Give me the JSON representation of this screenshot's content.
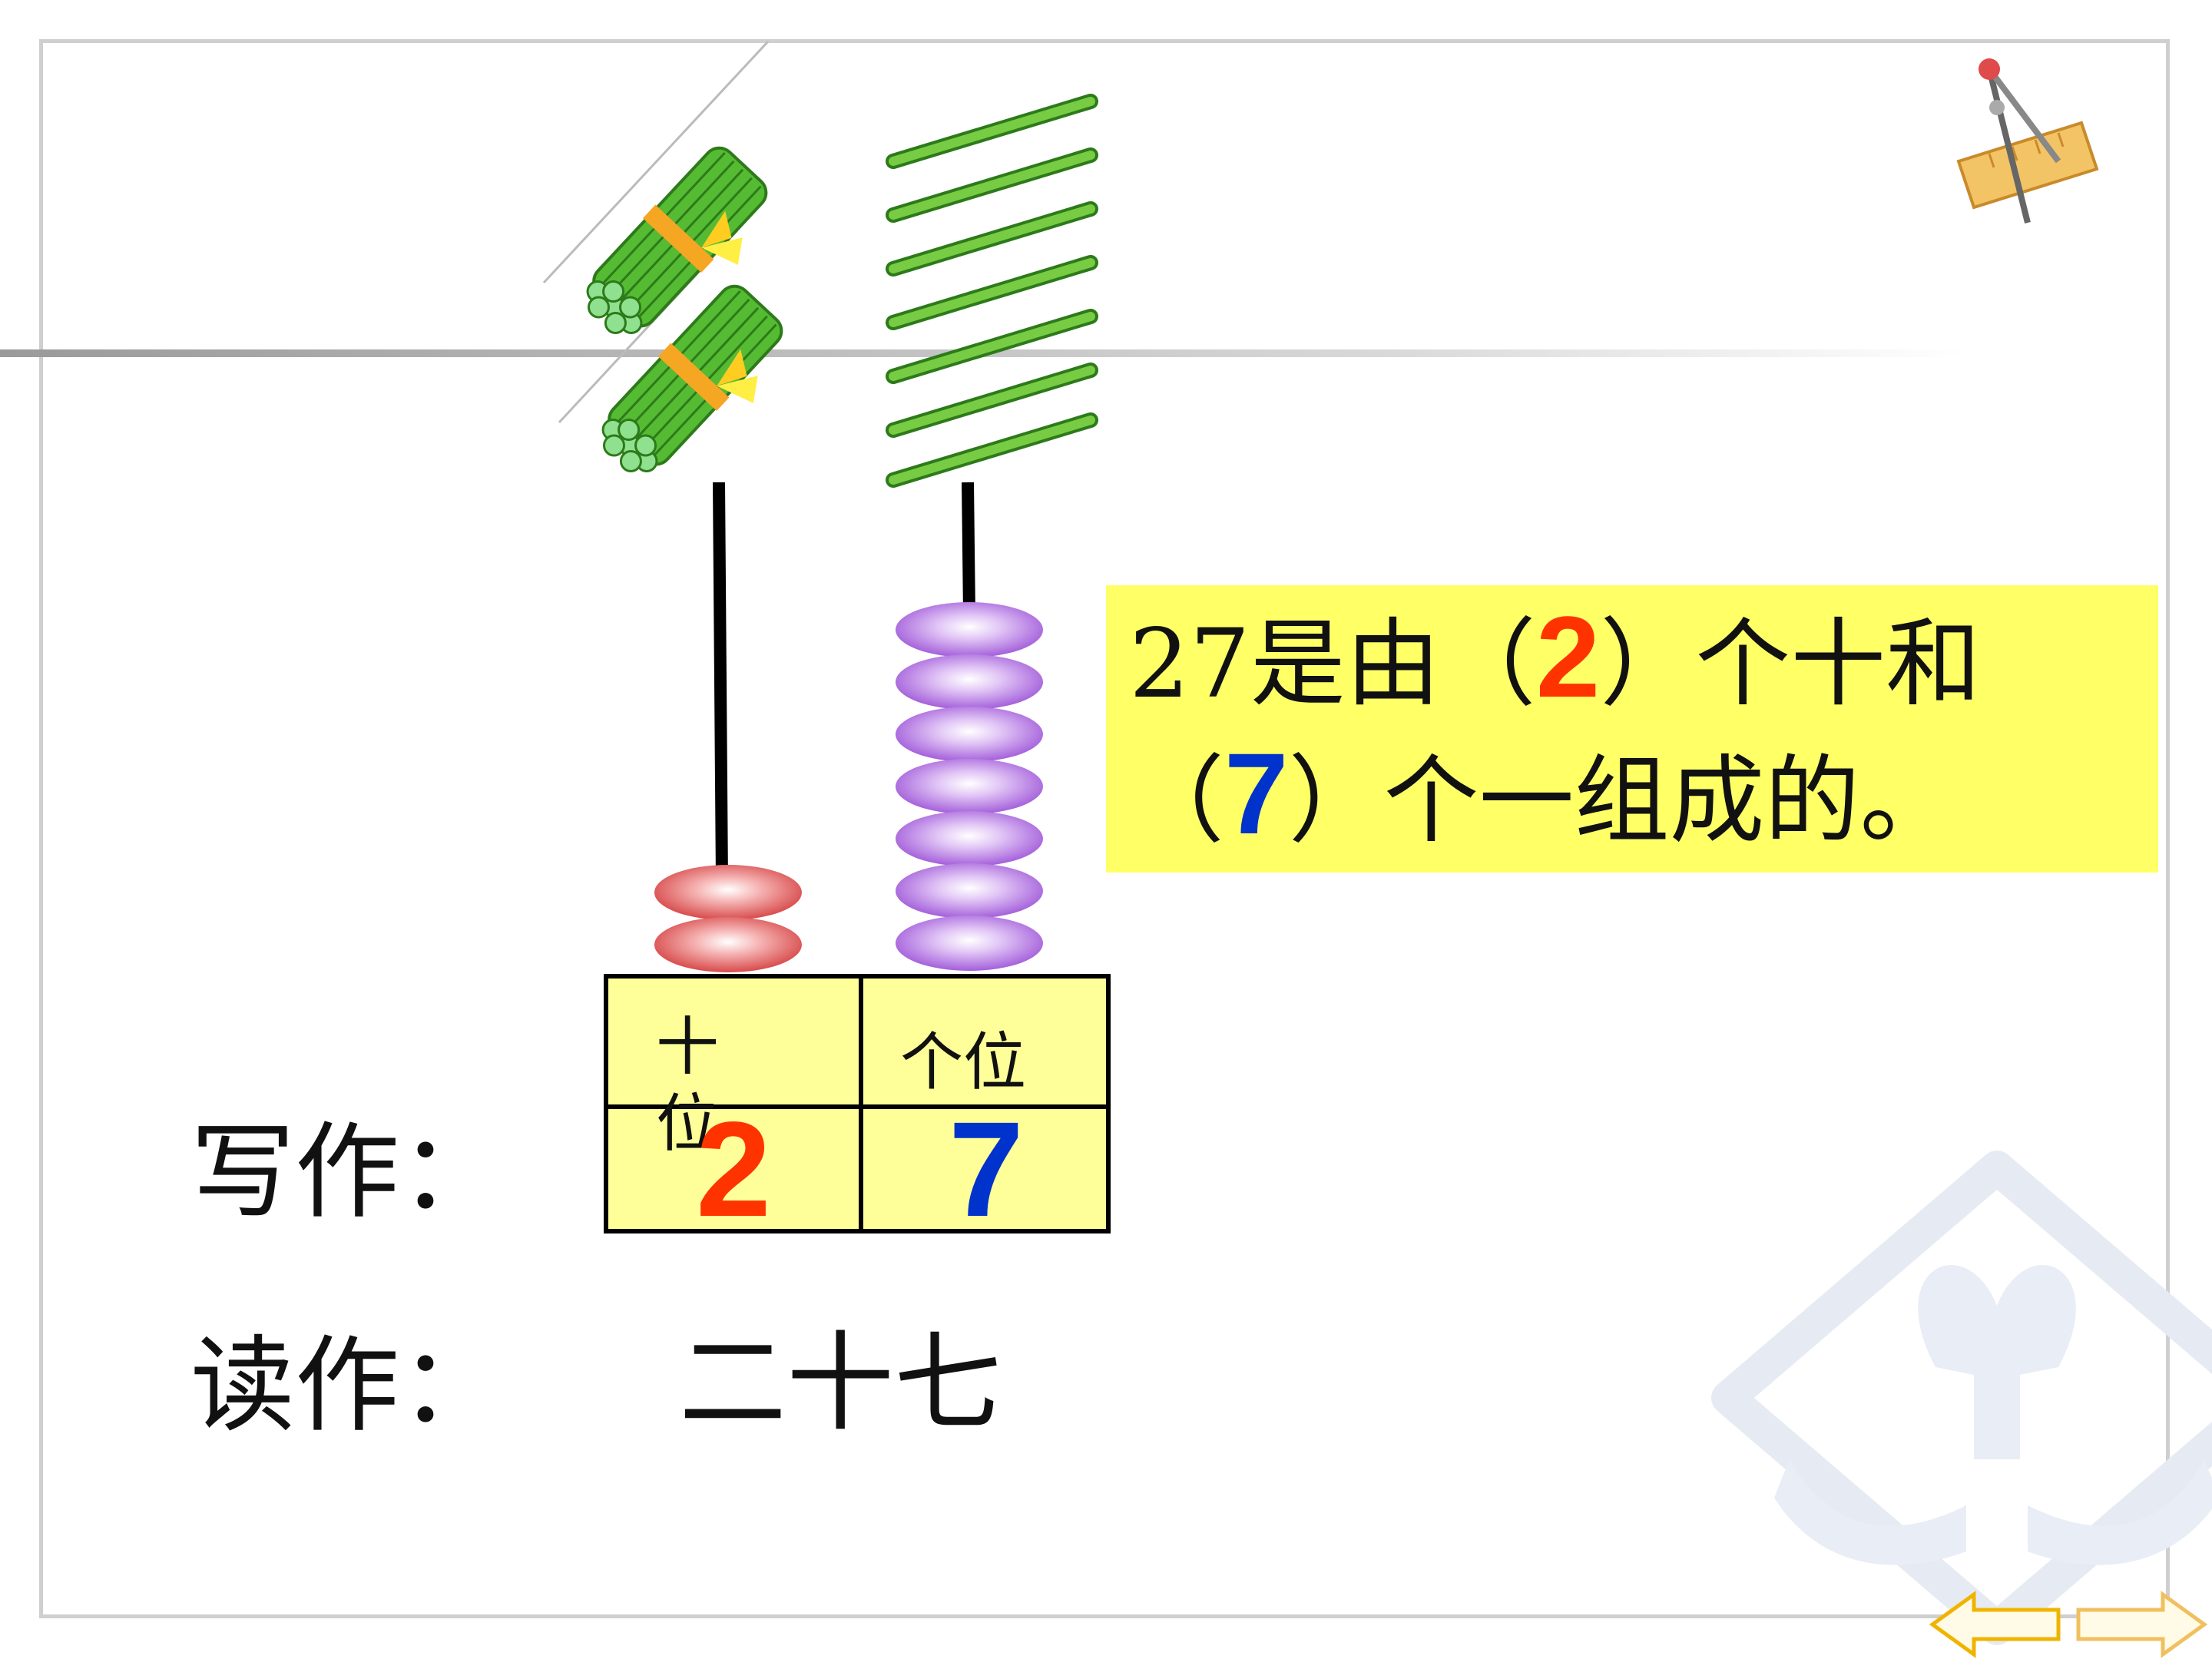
{
  "statement": {
    "line1_prefix": "27是由（",
    "tens_answer": "2",
    "line1_suffix": "）个十和",
    "line2_prefix": "（",
    "ones_answer": "7",
    "line2_suffix": "）个一组成的。"
  },
  "place_value_table": {
    "tens_header": "十位",
    "ones_header": "个位",
    "tens_digit": "2",
    "ones_digit": "7"
  },
  "write": {
    "label": "写作："
  },
  "read": {
    "label": "读作：",
    "value": "二十七"
  },
  "colors": {
    "highlight_box": "#ffff66",
    "table_fill": "#ffff99",
    "tens_digit": "#ff3300",
    "ones_digit": "#0033cc",
    "tens_beads": "#e84c4c",
    "ones_beads": "#a85ce0",
    "sticks": "#66cc33"
  },
  "icons": [
    "stick-bundle-icon",
    "single-stick-icon",
    "compass-ruler-icon",
    "watermark-logo-icon",
    "prev-arrow-icon",
    "next-arrow-icon"
  ]
}
